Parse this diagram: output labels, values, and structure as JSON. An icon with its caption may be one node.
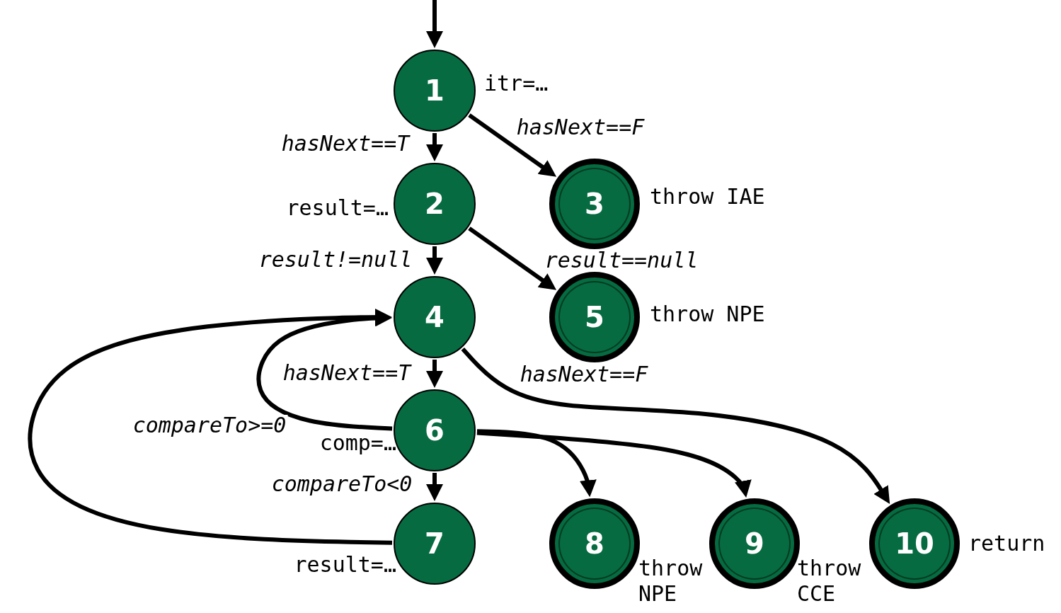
{
  "diagram": {
    "nodes": [
      {
        "text": [
          "1"
        ],
        "beside": [
          "itr=…"
        ]
      },
      {
        "text": [
          "2"
        ],
        "beside": [
          "result=…"
        ]
      },
      {
        "text": [
          "3"
        ],
        "beside": [
          "throw IAE"
        ]
      },
      {
        "text": [
          "4"
        ]
      },
      {
        "text": [
          "5"
        ],
        "beside": [
          "throw NPE"
        ]
      },
      {
        "text": [
          "6"
        ],
        "beside": [
          "comp=…"
        ]
      },
      {
        "text": [
          "7"
        ],
        "beside": [
          "result=…"
        ]
      },
      {
        "text": [
          "8"
        ],
        "beside": [
          "throw NPE"
        ]
      },
      {
        "text": [
          "9"
        ],
        "beside": [
          "throw CCE"
        ]
      },
      {
        "text": [
          "10"
        ],
        "beside": [
          "return"
        ]
      }
    ],
    "edges": [
      {
        "from": null,
        "to": 0,
        "arrow": "to"
      },
      {
        "from": 0,
        "to": 1,
        "arrow": "to",
        "label": "hasNext==T"
      },
      {
        "from": 0,
        "to": 2,
        "arrow": "to",
        "label": "hasNext==F"
      },
      {
        "from": 1,
        "to": 3,
        "arrow": "to",
        "label": "result!=null"
      },
      {
        "from": 1,
        "to": 4,
        "arrow": "to",
        "label": "result==null"
      },
      {
        "from": 3,
        "to": 5,
        "arrow": "to",
        "label": "hasNext==T"
      },
      {
        "from": 3,
        "to": 9,
        "arrow": "to",
        "label": "hasNext==F"
      },
      {
        "from": 5,
        "to": 3,
        "arrow": "to",
        "label": "compareTo>=0"
      },
      {
        "from": 5,
        "to": 6,
        "arrow": "to",
        "label": "compareTo<0"
      },
      {
        "from": 5,
        "to": 7,
        "arrow": "to"
      },
      {
        "from": 5,
        "to": 8,
        "arrow": "to"
      },
      {
        "from": 6,
        "to": 3,
        "arrow": "to"
      }
    ]
  }
}
